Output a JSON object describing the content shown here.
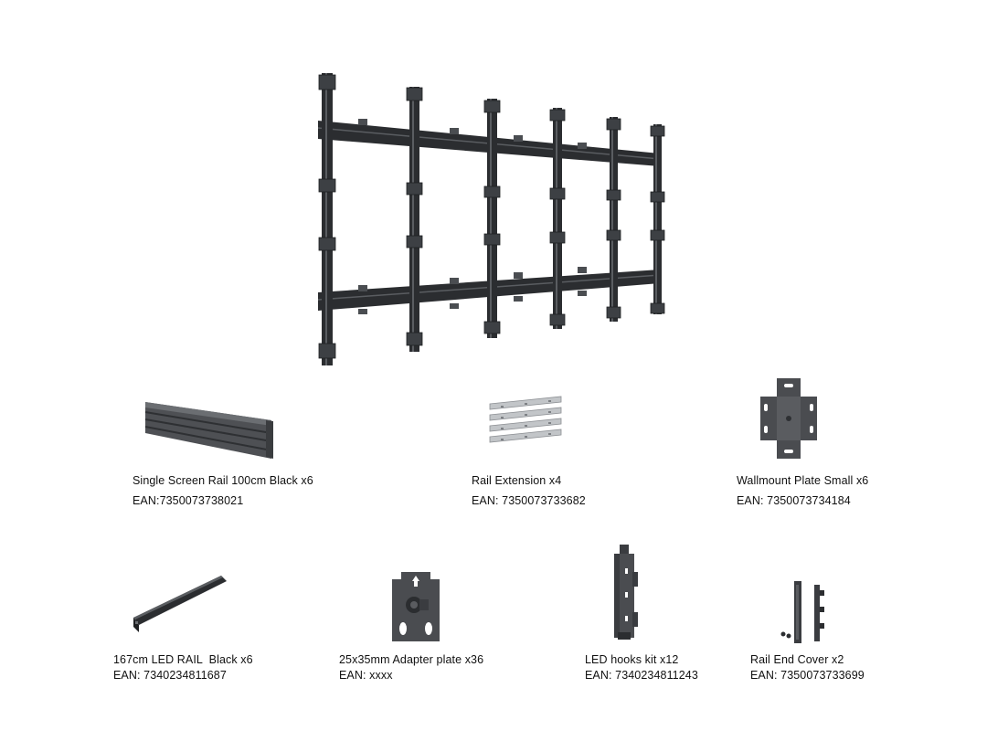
{
  "colors": {
    "background": "#ffffff",
    "rail": "#2b2d30",
    "rail_highlight": "#55585c",
    "plate": "#4a4c50",
    "silver": "#b9bcbf",
    "text": "#111111"
  },
  "hero": {
    "icon": "led-wall-mount-frame-icon"
  },
  "parts": [
    {
      "id": "single-screen-rail",
      "icon": "aluminium-rail-icon",
      "name": "Single Screen Rail 100cm Black x6",
      "ean": "EAN:7350073738021"
    },
    {
      "id": "rail-extension",
      "icon": "rail-extension-icon",
      "name": "Rail Extension x4",
      "ean": "EAN: 7350073733682"
    },
    {
      "id": "wallmount-plate-small",
      "icon": "wallmount-plate-icon",
      "name": "Wallmount Plate Small x6",
      "ean": "EAN: 7350073734184"
    },
    {
      "id": "led-rail-167",
      "icon": "led-rail-icon",
      "name": "167cm LED RAIL  Black x6",
      "ean": "EAN: 7340234811687"
    },
    {
      "id": "adapter-plate",
      "icon": "adapter-plate-icon",
      "name": "25x35mm Adapter plate x36",
      "ean": "EAN: xxxx"
    },
    {
      "id": "led-hooks-kit",
      "icon": "led-hook-icon",
      "name": "LED hooks kit x12",
      "ean": "EAN: 7340234811243"
    },
    {
      "id": "rail-end-cover",
      "icon": "rail-end-cover-icon",
      "name": "Rail End Cover x2",
      "ean": "EAN: 7350073733699"
    }
  ]
}
